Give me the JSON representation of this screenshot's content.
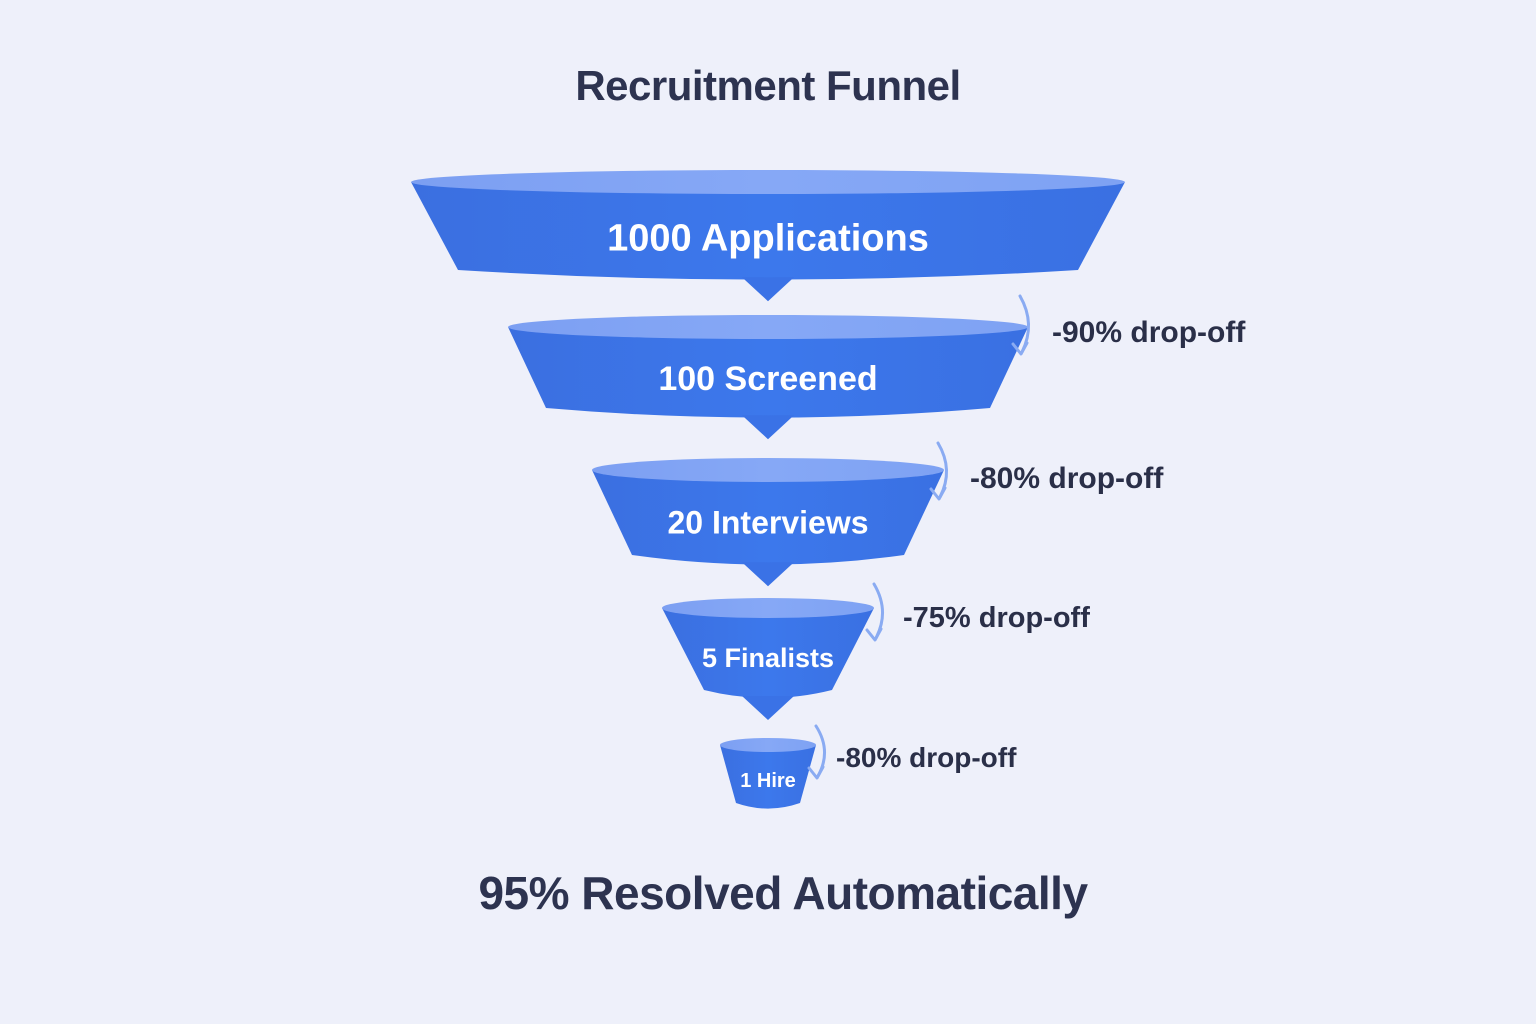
{
  "colors": {
    "background": "#eef0fa",
    "funnel_body": "#3a74e8",
    "funnel_top": "#80a4f4",
    "arrow": "#8aabf2",
    "text_dark": "#2d3350",
    "text_light": "#ffffff"
  },
  "chart_data": {
    "type": "funnel",
    "title": "Recruitment Funnel",
    "subtitle": "95% Resolved Automatically",
    "stages": [
      {
        "label": "1000 Applications",
        "value": 1000,
        "name": "Applications"
      },
      {
        "label": "100 Screened",
        "value": 100,
        "name": "Screened"
      },
      {
        "label": "20 Interviews",
        "value": 20,
        "name": "Interviews"
      },
      {
        "label": "5 Finalists",
        "value": 5,
        "name": "Finalists"
      },
      {
        "label": "1 Hire",
        "value": 1,
        "name": "Hire"
      }
    ],
    "dropoffs": [
      {
        "label": "-90% drop-off",
        "percent": -90
      },
      {
        "label": "-80% drop-off",
        "percent": -80
      },
      {
        "label": "-75% drop-off",
        "percent": -75
      },
      {
        "label": "-80% drop-off",
        "percent": -80
      }
    ]
  }
}
